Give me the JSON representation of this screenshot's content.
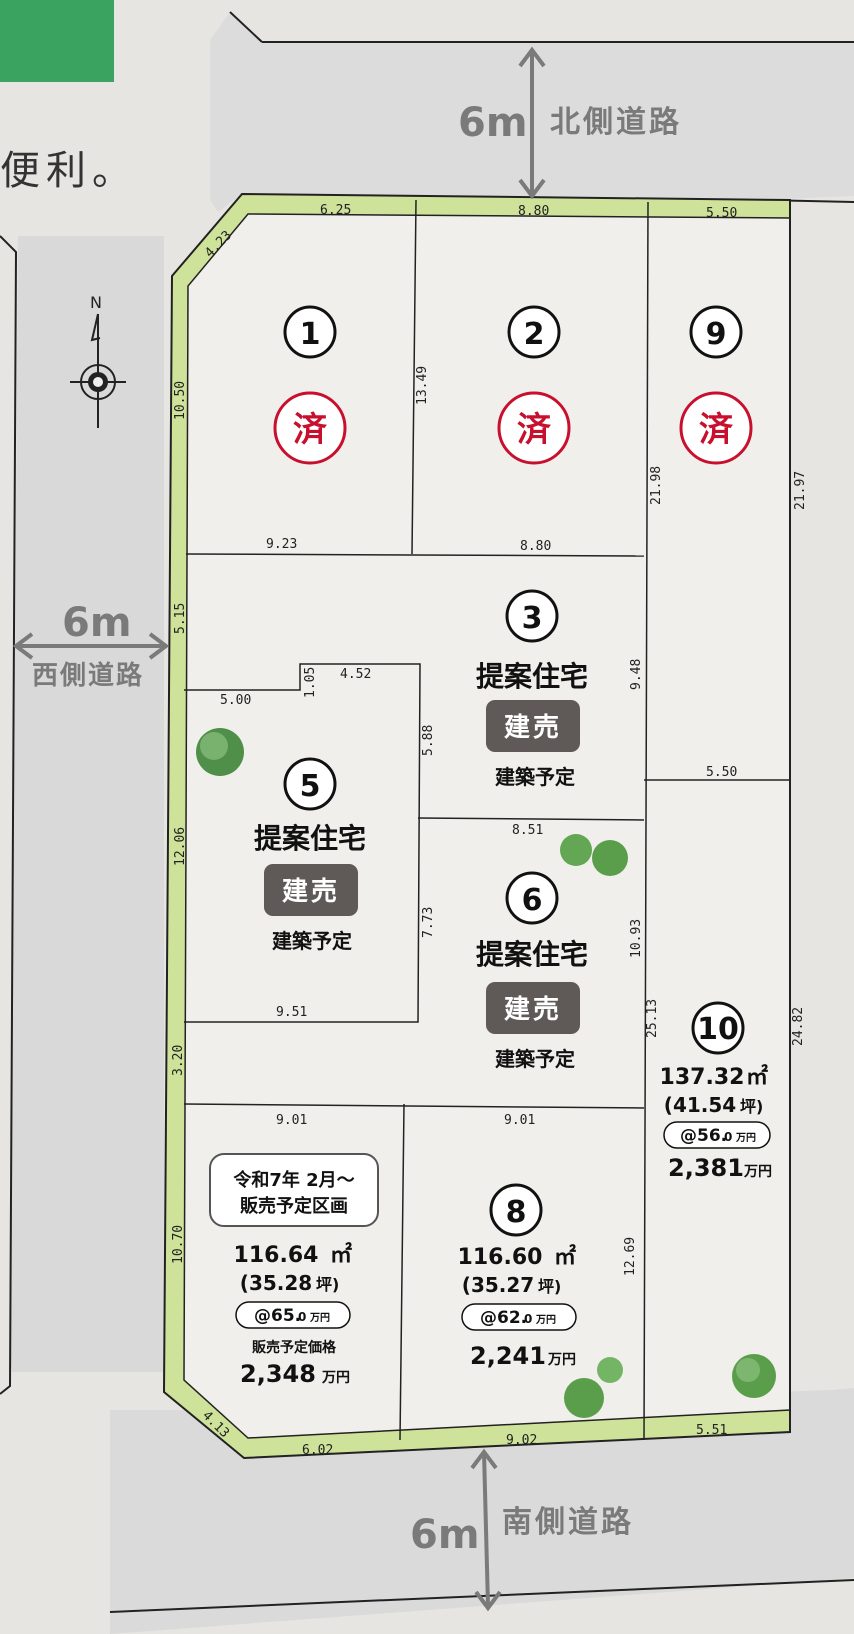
{
  "header": {
    "fragment_text": "便利。",
    "accent_color": "#3aa35f"
  },
  "compass": {
    "label": "N"
  },
  "roads": {
    "north": {
      "width": "6m",
      "name": "北側道路"
    },
    "west": {
      "width": "6m",
      "name": "西側道路"
    },
    "south": {
      "width": "6m",
      "name": "南側道路"
    }
  },
  "dimensions": {
    "north_625": "6.25",
    "north_880": "8.80",
    "north_550": "5.50",
    "diag_423": "4.23",
    "lot1_1050": "10.50",
    "lot1_1349": "13.49",
    "lot1_923": "9.23",
    "lot2_880": "8.80",
    "lot9_2198": "21.98",
    "east_2197": "21.97",
    "west_515": "5.15",
    "lot5_105": "1.05",
    "lot5_452": "4.52",
    "lot5_500": "5.00",
    "lot5_588": "5.88",
    "lot3_948": "9.48",
    "lot10_550": "5.50",
    "lot6_851": "8.51",
    "west_1206": "12.06",
    "lot6_773": "7.73",
    "lot6_1093": "10.93",
    "lot10_2513": "25.13",
    "east_2482": "24.82",
    "lot5_951": "9.51",
    "west_320": "3.20",
    "lot7_901": "9.01",
    "lot8_901": "9.01",
    "west_1070": "10.70",
    "lot8_1269": "12.69",
    "diag_413": "4.13",
    "south_602": "6.02",
    "south_902": "9.02",
    "south_551": "5.51"
  },
  "lots": {
    "lot1": {
      "number": "1",
      "status": "済"
    },
    "lot2": {
      "number": "2",
      "status": "済"
    },
    "lot9": {
      "number": "9",
      "status": "済"
    },
    "lot3": {
      "number": "3",
      "plan": "提案住宅",
      "badge": "建売",
      "note": "建築予定"
    },
    "lot5": {
      "number": "5",
      "plan": "提案住宅",
      "badge": "建売",
      "note": "建築予定"
    },
    "lot6": {
      "number": "6",
      "plan": "提案住宅",
      "badge": "建売",
      "note": "建築予定"
    },
    "lot7": {
      "notice_line1": "令和7年 2月～",
      "notice_line2": "販売予定区画",
      "area_m2": "116.64",
      "area_unit": "㎡",
      "area_tsubo": "(35.28",
      "tsubo_unit": "坪)",
      "unit_price": "@65.",
      "unit_price_dec": "0",
      "unit_price_unit": "万円",
      "price_label": "販売予定価格",
      "price": "2,348",
      "price_unit": "万円"
    },
    "lot8": {
      "number": "8",
      "area_m2": "116.60",
      "area_unit": "㎡",
      "area_tsubo": "(35.27",
      "tsubo_unit": "坪)",
      "unit_price": "@62.",
      "unit_price_dec": "0",
      "unit_price_unit": "万円",
      "price": "2,241",
      "price_unit": "万円"
    },
    "lot10": {
      "number": "10",
      "area_m2": "137.32",
      "area_unit": "㎡",
      "area_tsubo": "(41.54",
      "tsubo_unit": "坪)",
      "unit_price": "@56.",
      "unit_price_dec": "0",
      "unit_price_unit": "万円",
      "price": "2,381",
      "price_unit": "万円"
    }
  },
  "colors": {
    "sold": "#c8102e",
    "badge": "#5f5a58",
    "frontage": "#cfe29a",
    "road": "#7a7a7a"
  }
}
